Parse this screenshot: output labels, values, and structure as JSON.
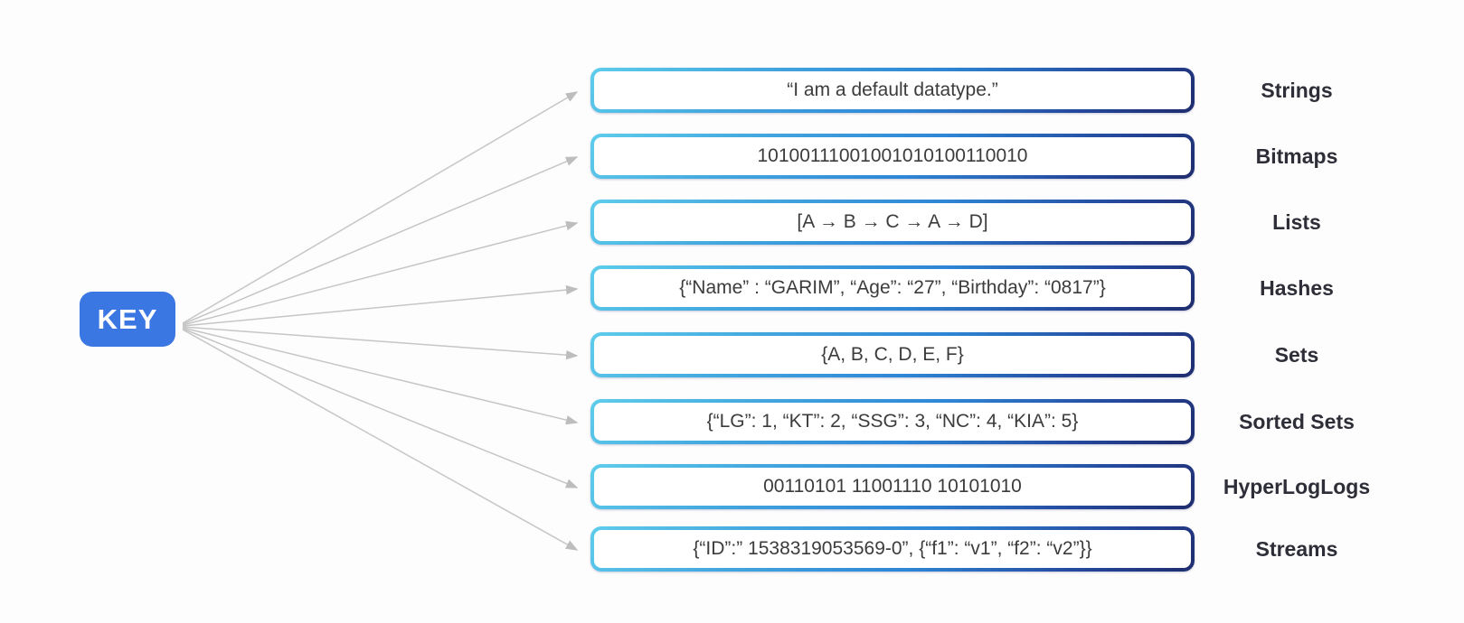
{
  "diagram": {
    "title_implied": "Key to datatype examples",
    "key_label": "KEY",
    "rows": [
      {
        "type": "Strings",
        "value": "“I am a default datatype.”"
      },
      {
        "type": "Bitmaps",
        "value": "10100111001001010100110010"
      },
      {
        "type": "Lists",
        "value": "[A → B → C → A → D]"
      },
      {
        "type": "Hashes",
        "value": "{“Name” : “GARIM”, “Age”: “27”, “Birthday”: “0817”}"
      },
      {
        "type": "Sets",
        "value": "{A, B, C, D, E, F}"
      },
      {
        "type": "Sorted Sets",
        "value": "{“LG”: 1, “KT”: 2, “SSG”: 3, “NC”: 4, “KIA”: 5}"
      },
      {
        "type": "HyperLogLogs",
        "value": "00110101 11001110 10101010"
      },
      {
        "type": "Streams",
        "value": "{“ID”:” 1538319053569-0”, {“f1”: “v1”, “f2”: “v2”}}"
      }
    ],
    "colors": {
      "key_bg": "#3b77e3",
      "key_text": "#ffffff",
      "arrow": "#c6c6c6",
      "box_border_gradient_start": "#5ecdeb",
      "box_border_gradient_mid": "#2e86d6",
      "box_border_gradient_end": "#1f2d6d",
      "box_fill": "#ffffff",
      "value_text": "#3c3c3c",
      "label_text": "#2e2e38",
      "background": "#fdfdfd"
    }
  }
}
